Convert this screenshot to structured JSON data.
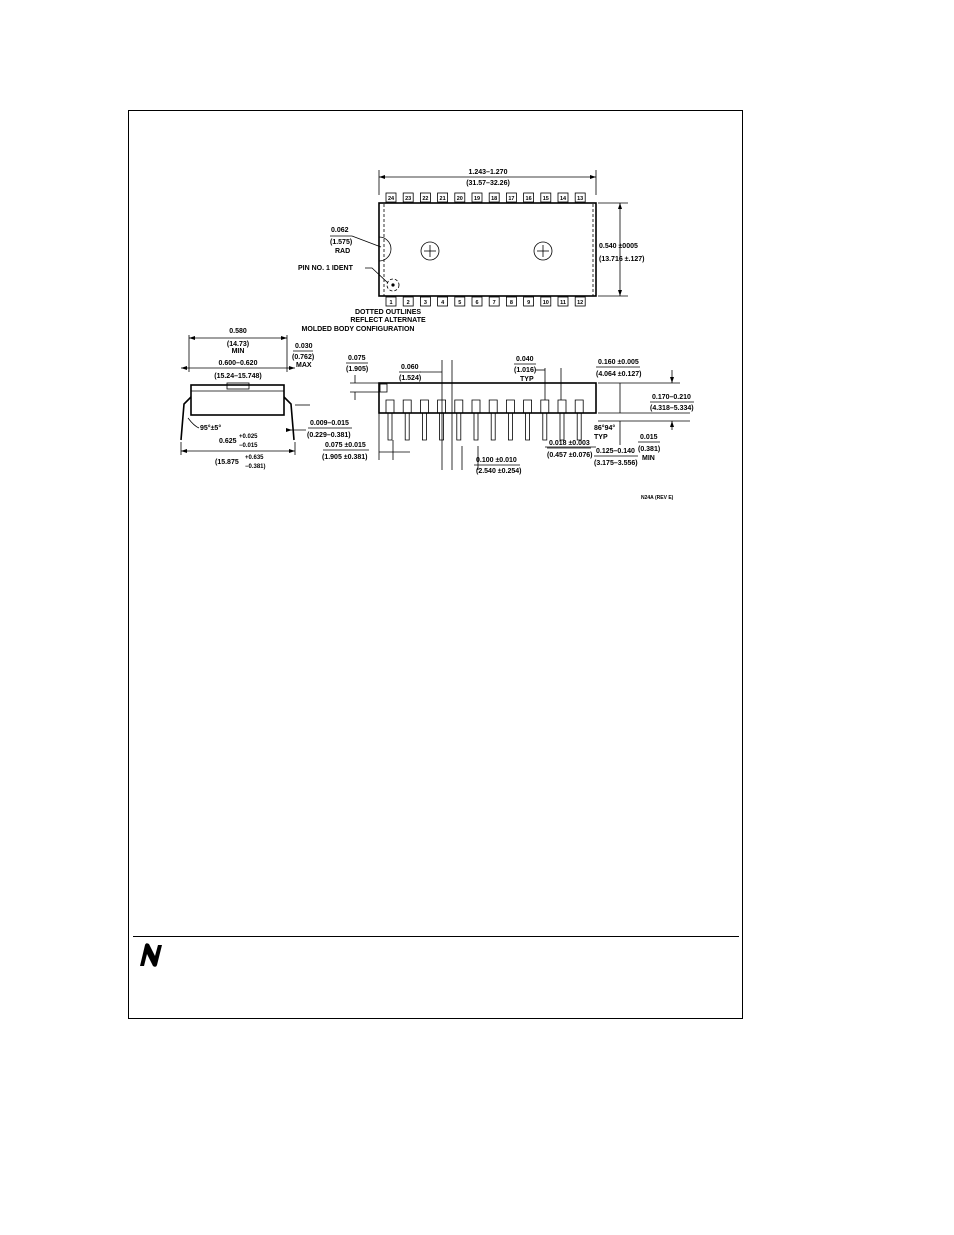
{
  "top_view": {
    "length_dim": "1.243–1.270",
    "length_dim_mm": "(31.57–32.26)",
    "width_dim": "0.540 ±0005",
    "width_dim_mm": "(13.716 ±.127)",
    "notch_rad": "0.062",
    "notch_rad_mm": "(1.575)",
    "notch_rad_label": "RAD",
    "pin1_label": "PIN NO. 1 IDENT",
    "note_line1": "DOTTED OUTLINES",
    "note_line2": "REFLECT ALTERNATE",
    "note_line3": "MOLDED BODY CONFIGURATION",
    "top_pins": [
      "24",
      "23",
      "22",
      "21",
      "20",
      "19",
      "18",
      "17",
      "16",
      "15",
      "14",
      "13"
    ],
    "bottom_pins": [
      "1",
      "2",
      "3",
      "4",
      "5",
      "6",
      "7",
      "8",
      "9",
      "10",
      "11",
      "12"
    ]
  },
  "end_view": {
    "min_width": "0.580",
    "min_width_mm": "(14.73)",
    "min_label": "MIN",
    "width_range": "0.600–0.620",
    "width_range_mm": "(15.24–15.748)",
    "max_dim": "0.030",
    "max_dim_mm": "(0.762)",
    "max_label": "MAX",
    "angle": "95°±5°",
    "lead_thk": "0.009–0.015",
    "lead_thk_mm": "(0.229–0.381)",
    "span": "0.625",
    "span_tol_plus": "+0.025",
    "span_tol_minus": "−0.015",
    "span_mm": "(15.875",
    "span_mm_plus": "+0.635",
    "span_mm_minus": "−0.381)"
  },
  "side_view": {
    "d_075": "0.075",
    "d_075_mm": "(1.905)",
    "d_060": "0.060",
    "d_060_mm": "(1.524)",
    "d_040": "0.040",
    "d_040_mm": "(1.016)",
    "typ": "TYP",
    "d_160": "0.160 ±0.005",
    "d_160_mm": "(4.064 ±0.127)",
    "d_170": "0.170–0.210",
    "d_170_mm": "(4.318–5.334)",
    "angle": "86°94°",
    "angle_typ": "TYP",
    "d_015": "0.015",
    "d_015_mm": "(0.381)",
    "d_015_label": "MIN",
    "d_125": "0.125–0.140",
    "d_125_mm": "(3.175–3.556)",
    "d_018": "0.018 ±0.003",
    "d_018_mm": "(0.457 ±0.076)",
    "d_100": "0.100 ±0.010",
    "d_100_mm": "(2.540 ±0.254)",
    "d_0075": "0.075 ±0.015",
    "d_0075_mm": "(1.905 ±0.381)"
  },
  "drawing_id": "N24A (REV E)",
  "logo_icon": "national-semiconductor-logo-icon"
}
